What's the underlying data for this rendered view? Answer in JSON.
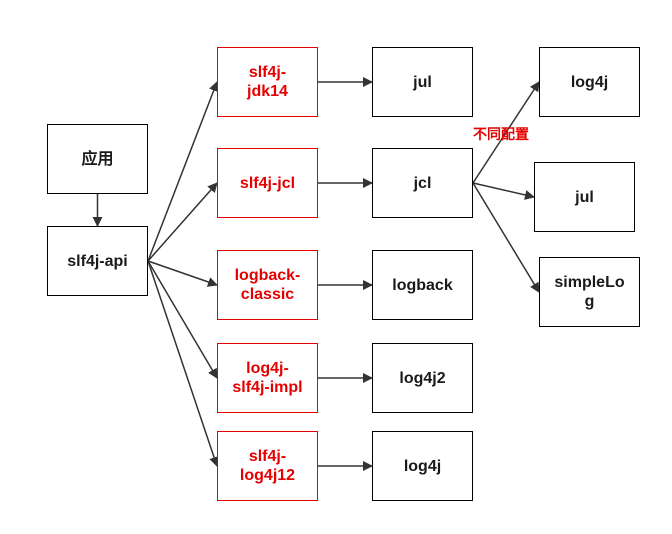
{
  "colors": {
    "edge": "#333333",
    "black_box": "#000000",
    "red_box": "#e60000",
    "annotation": "#e60000"
  },
  "nodes": {
    "app": {
      "label": "应用",
      "style": "black"
    },
    "slf4j_api": {
      "label": "slf4j-api",
      "style": "black"
    },
    "slf4j_jdk14": {
      "label": "slf4j-\njdk14",
      "style": "red"
    },
    "slf4j_jcl": {
      "label": "slf4j-jcl",
      "style": "red"
    },
    "logback_classic": {
      "label": "logback-\nclassic",
      "style": "red"
    },
    "log4j_slf4j_impl": {
      "label": "log4j-\nslf4j-impl",
      "style": "red"
    },
    "slf4j_log4j12": {
      "label": "slf4j-\nlog4j12",
      "style": "red"
    },
    "jul": {
      "label": "jul",
      "style": "black"
    },
    "jcl": {
      "label": "jcl",
      "style": "black"
    },
    "logback": {
      "label": "logback",
      "style": "black"
    },
    "log4j2": {
      "label": "log4j2",
      "style": "black"
    },
    "log4j": {
      "label": "log4j",
      "style": "black"
    },
    "jcl_log4j": {
      "label": "log4j",
      "style": "black"
    },
    "jcl_jul": {
      "label": "jul",
      "style": "black"
    },
    "simple_log": {
      "label": "simpleLo\ng",
      "style": "black"
    }
  },
  "annotation": {
    "text": "不同配置"
  },
  "edges": [
    {
      "from": "app",
      "to": "slf4j_api"
    },
    {
      "from": "slf4j_api",
      "to": "slf4j_jdk14"
    },
    {
      "from": "slf4j_api",
      "to": "slf4j_jcl"
    },
    {
      "from": "slf4j_api",
      "to": "logback_classic"
    },
    {
      "from": "slf4j_api",
      "to": "log4j_slf4j_impl"
    },
    {
      "from": "slf4j_api",
      "to": "slf4j_log4j12"
    },
    {
      "from": "slf4j_jdk14",
      "to": "jul"
    },
    {
      "from": "slf4j_jcl",
      "to": "jcl"
    },
    {
      "from": "logback_classic",
      "to": "logback"
    },
    {
      "from": "log4j_slf4j_impl",
      "to": "log4j2"
    },
    {
      "from": "slf4j_log4j12",
      "to": "log4j"
    },
    {
      "from": "jcl",
      "to": "jcl_log4j"
    },
    {
      "from": "jcl",
      "to": "jcl_jul"
    },
    {
      "from": "jcl",
      "to": "simple_log"
    }
  ]
}
